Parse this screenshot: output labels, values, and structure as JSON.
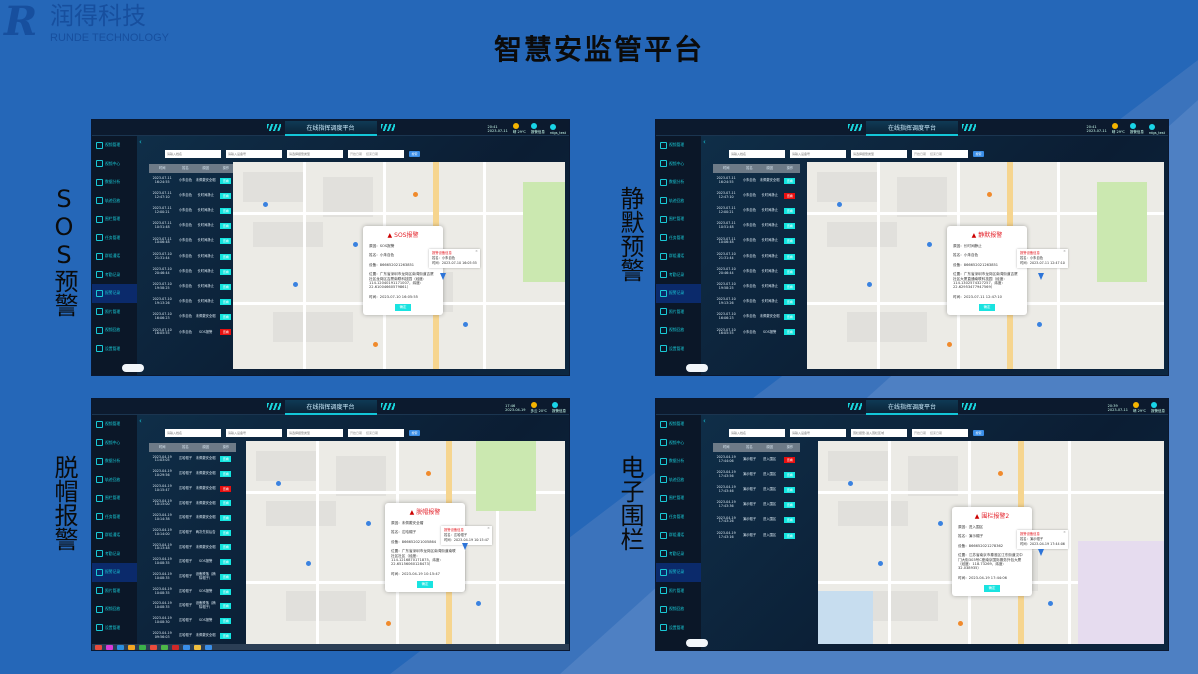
{
  "logo": {
    "mark": "R",
    "name_cn": "润得科技",
    "name_en": "RUNDE TECHNOLOGY"
  },
  "page_title": "智慧安监管平台",
  "colors": {
    "background": "#2567b8",
    "accent": "#13e5e0",
    "alert": "#e81010",
    "nav_text": "#19c9d6"
  },
  "panels": [
    {
      "label": "SOS预警",
      "app_title": "在线指挥调度平台",
      "status": {
        "clock": "20:41",
        "date": "2023-07-11",
        "weather": "晴 29℃",
        "items": [
          "报警信息",
          "rdgs_test"
        ]
      },
      "filters": {
        "name_placeholder": "请输入姓名",
        "device_placeholder": "请输入设备号",
        "type_placeholder": "请选择报警类型",
        "start_placeholder": "开始日期",
        "end_placeholder": "结束日期",
        "search_label": "搜索"
      },
      "nav": [
        "视频管理",
        "视频中心",
        "数据分析",
        "轨迹回放",
        "围栏管理",
        "任务管理",
        "群组通话",
        "考勤记录",
        "报警记录",
        "照片管理",
        "视频回放",
        "设置管理"
      ],
      "active_nav": 8,
      "table": {
        "headers": [
          "时间",
          "姓名",
          "原因",
          "操作"
        ],
        "rows": [
          {
            "time": "2023-07-11 16:24:55",
            "name": "小朱自色",
            "reason": "未佩戴安全帽",
            "op": "查看",
            "alert": false
          },
          {
            "time": "2023-07-11 12:47:10",
            "name": "小朱自色",
            "reason": "长时间静止",
            "op": "查看",
            "alert": false
          },
          {
            "time": "2023-07-11 12:00:21",
            "name": "小朱自色",
            "reason": "长时间静止",
            "op": "查看",
            "alert": false
          },
          {
            "time": "2023-07-11 10:51:48",
            "name": "小朱自色",
            "reason": "长时间静止",
            "op": "查看",
            "alert": false
          },
          {
            "time": "2023-07-11 10:06:48",
            "name": "小朱自色",
            "reason": "长时间静止",
            "op": "查看",
            "alert": false
          },
          {
            "time": "2023-07-10 21:31:44",
            "name": "小朱自色",
            "reason": "长时间静止",
            "op": "查看",
            "alert": false
          },
          {
            "time": "2023-07-10 20:46:44",
            "name": "小朱自色",
            "reason": "长时间静止",
            "op": "查看",
            "alert": false
          },
          {
            "time": "2023-07-10 19:58:25",
            "name": "小朱自色",
            "reason": "长时间静止",
            "op": "查看",
            "alert": false
          },
          {
            "time": "2023-07-10 19:13:26",
            "name": "小朱自色",
            "reason": "长时间静止",
            "op": "查看",
            "alert": false
          },
          {
            "time": "2023-07-10 16:06:23",
            "name": "小朱自色",
            "reason": "未佩戴安全帽",
            "op": "查看",
            "alert": false
          },
          {
            "time": "2023-07-10 16:05:55",
            "name": "小朱自色",
            "reason": "SOS报警",
            "op": "查看",
            "alert": true
          }
        ]
      },
      "dialog": {
        "title": "SOS报警",
        "reason": "原因：SOS报警",
        "name": "姓名：小朱自色",
        "device": "设备：866652021263851",
        "location": "位置：广东省深圳市龙岗区南湾街道吉厦社区龙岗区吉厦南联科技园（经度：114.12040191171007，纬度：22.61004660579861）",
        "time": "时间：2023-07-10 16:05:55",
        "confirm": "确定"
      },
      "popup": {
        "heading": "报警设备信息",
        "name": "姓名：小朱自色",
        "time": "时间：2023-07-10 16:05:55"
      }
    },
    {
      "label": "静默预警",
      "app_title": "在线指挥调度平台",
      "status": {
        "clock": "20:41",
        "date": "2023-07-11",
        "weather": "晴 29℃",
        "items": [
          "报警信息",
          "rdgs_test"
        ]
      },
      "filters": {
        "name_placeholder": "请输入姓名",
        "device_placeholder": "请输入设备号",
        "type_placeholder": "请选择报警类型",
        "start_placeholder": "开始日期",
        "end_placeholder": "结束日期",
        "search_label": "搜索"
      },
      "nav": [
        "视频管理",
        "视频中心",
        "数据分析",
        "轨迹回放",
        "围栏管理",
        "任务管理",
        "群组通话",
        "考勤记录",
        "报警记录",
        "照片管理",
        "视频回放",
        "设置管理"
      ],
      "active_nav": 8,
      "table": {
        "headers": [
          "时间",
          "姓名",
          "原因",
          "操作"
        ],
        "rows": [
          {
            "time": "2023-07-11 16:24:55",
            "name": "小朱自色",
            "reason": "未佩戴安全帽",
            "op": "查看",
            "alert": false
          },
          {
            "time": "2023-07-11 12:47:10",
            "name": "小朱自色",
            "reason": "长时间静止",
            "op": "查看",
            "alert": true
          },
          {
            "time": "2023-07-11 12:00:21",
            "name": "小朱自色",
            "reason": "长时间静止",
            "op": "查看",
            "alert": false
          },
          {
            "time": "2023-07-11 10:51:48",
            "name": "小朱自色",
            "reason": "长时间静止",
            "op": "查看",
            "alert": false
          },
          {
            "time": "2023-07-11 10:06:48",
            "name": "小朱自色",
            "reason": "长时间静止",
            "op": "查看",
            "alert": false
          },
          {
            "time": "2023-07-10 21:31:44",
            "name": "小朱自色",
            "reason": "长时间静止",
            "op": "查看",
            "alert": false
          },
          {
            "time": "2023-07-10 20:46:44",
            "name": "小朱自色",
            "reason": "长时间静止",
            "op": "查看",
            "alert": false
          },
          {
            "time": "2023-07-10 19:58:25",
            "name": "小朱自色",
            "reason": "长时间静止",
            "op": "查看",
            "alert": false
          },
          {
            "time": "2023-07-10 19:13:26",
            "name": "小朱自色",
            "reason": "长时间静止",
            "op": "查看",
            "alert": false
          },
          {
            "time": "2023-07-10 16:06:23",
            "name": "小朱自色",
            "reason": "未佩戴安全帽",
            "op": "查看",
            "alert": false
          },
          {
            "time": "2023-07-10 16:05:55",
            "name": "小朱自色",
            "reason": "SOS报警",
            "op": "查看",
            "alert": false
          }
        ]
      },
      "dialog": {
        "title": "静默报警",
        "reason": "原因：长时间静止",
        "name": "姓名：小朱自色",
        "device": "设备：866652021263851",
        "location": "位置：广东省深圳市龙岗区南湾街道吉厦社区大厦直通南联科技园（经度：114.1302574327257，纬度：22.62953477947569）",
        "time": "时间：2023-07-11 12:47:10",
        "confirm": "确定"
      },
      "popup": {
        "heading": "报警设备信息",
        "name": "姓名：小朱自色",
        "time": "时间：2023-07-11 12:47:10"
      }
    },
    {
      "label": "脱帽报警",
      "app_title": "在线指挥调度平台",
      "status": {
        "clock": "17:46",
        "date": "2023-04-19",
        "weather": "多云 20℃",
        "items": [
          "报警信息"
        ]
      },
      "filters": {
        "name_placeholder": "请输入姓名",
        "device_placeholder": "请输入设备号",
        "type_placeholder": "请选择报警类型",
        "start_placeholder": "开始日期",
        "end_placeholder": "结束日期",
        "search_label": "搜索"
      },
      "nav": [
        "视频管理",
        "视频中心",
        "数据分析",
        "轨迹回放",
        "围栏管理",
        "任务管理",
        "群组通话",
        "考勤记录",
        "报警记录",
        "照片管理",
        "视频回放",
        "设置管理"
      ],
      "active_nav": 8,
      "table": {
        "headers": [
          "时间",
          "姓名",
          "原因",
          "操作"
        ],
        "rows": [
          {
            "time": "2023-04-19 11:03:05",
            "name": "达哈帽子",
            "reason": "未佩戴安全帽",
            "op": "查看",
            "alert": false
          },
          {
            "time": "2023-04-19 10:29:56",
            "name": "达哈帽子",
            "reason": "未佩戴安全帽",
            "op": "查看",
            "alert": false
          },
          {
            "time": "2023-04-19 10:15:47",
            "name": "达哈帽子",
            "reason": "未佩戴安全帽",
            "op": "查看",
            "alert": true
          },
          {
            "time": "2023-04-19 10:15:00",
            "name": "达哈帽子",
            "reason": "未佩戴安全帽",
            "op": "查看",
            "alert": false
          },
          {
            "time": "2023-04-19 10:14:38",
            "name": "达哈帽子",
            "reason": "未佩戴安全帽",
            "op": "查看",
            "alert": false
          },
          {
            "time": "2023-04-19 10:14:00",
            "name": "达哈帽子",
            "reason": "两次先前后告",
            "op": "查看",
            "alert": false
          },
          {
            "time": "2023-04-19 10:13:48",
            "name": "达哈帽子",
            "reason": "未佩戴安全帽",
            "op": "查看",
            "alert": false
          },
          {
            "time": "2023-04-19 10:08:35",
            "name": "达哈帽子",
            "reason": "SOS报警",
            "op": "查看",
            "alert": false
          },
          {
            "time": "2023-04-19 10:08:35",
            "name": "达哈帽子",
            "reason": "设备跌落（摘除帽子）",
            "op": "查看",
            "alert": false
          },
          {
            "time": "2023-04-19 10:08:35",
            "name": "达哈帽子",
            "reason": "SOS报警",
            "op": "查看",
            "alert": false
          },
          {
            "time": "2023-04-19 10:08:35",
            "name": "达哈帽子",
            "reason": "设备跌落（摘除帽子）",
            "op": "查看",
            "alert": false
          },
          {
            "time": "2023-04-19 10:08:30",
            "name": "达哈帽子",
            "reason": "SOS报警",
            "op": "查看",
            "alert": false
          },
          {
            "time": "2023-04-19 09:56:03",
            "name": "达哈帽子",
            "reason": "未佩戴安全帽",
            "op": "查看",
            "alert": false
          }
        ]
      },
      "dialog": {
        "title": "脱帽报警",
        "reason": "原因：未佩戴安全帽",
        "name": "姓名：达哈帽子",
        "device": "设备：866652021005864",
        "location": "位置：广东省深圳市龙岗区南湾街道南联社区社区（经度：114.1216870171875，纬度：22.65156060128473）",
        "time": "时间：2023-04-19 10:15:47",
        "confirm": "确定"
      },
      "popup": {
        "heading": "报警设备信息",
        "name": "姓名：达哈帽子",
        "time": "时间：2023-04-19 10:15:47"
      }
    },
    {
      "label": "电子围栏",
      "app_title": "在线指挥调度平台",
      "status": {
        "clock": "20:39",
        "date": "2023-07-11",
        "weather": "晴 29℃",
        "items": [
          "报警信息"
        ]
      },
      "filters": {
        "name_placeholder": "请输入姓名",
        "device_placeholder": "请输入设备号",
        "type_placeholder": "围栏报警-进入围栏区域",
        "start_placeholder": "开始日期",
        "end_placeholder": "结束日期",
        "search_label": "搜索"
      },
      "nav": [
        "视频管理",
        "视频中心",
        "数据分析",
        "轨迹回放",
        "围栏管理",
        "任务管理",
        "群组通话",
        "考勤记录",
        "报警记录",
        "照片管理",
        "视频回放",
        "设置管理"
      ],
      "active_nav": 8,
      "table": {
        "headers": [
          "时间",
          "姓名",
          "原因",
          "操作"
        ],
        "rows": [
          {
            "time": "2023-04-19 17:44:06",
            "name": "演示帽子",
            "reason": "进入围区",
            "op": "查看",
            "alert": true
          },
          {
            "time": "2023-04-19 17:43:56",
            "name": "演示帽子",
            "reason": "进入围区",
            "op": "查看",
            "alert": false
          },
          {
            "time": "2023-04-19 17:43:46",
            "name": "演示帽子",
            "reason": "进入围区",
            "op": "查看",
            "alert": false
          },
          {
            "time": "2023-04-19 17:43:36",
            "name": "演示帽子",
            "reason": "进入围区",
            "op": "查看",
            "alert": false
          },
          {
            "time": "2023-04-19 17:43:26",
            "name": "演示帽子",
            "reason": "进入围区",
            "op": "查看",
            "alert": false
          },
          {
            "time": "2023-04-19 17:43:16",
            "name": "演示帽子",
            "reason": "进入围区",
            "op": "查看",
            "alert": false
          }
        ]
      },
      "dialog": {
        "title": "围栏报警2",
        "reason": "原因：进入围区",
        "name": "姓名：演示帽子",
        "device": "设备：866652021278362",
        "location": "位置：江苏省南京市秦淮区江东街道汉中门大街303号C座南京国际服务外包大厦（经度：118.73269，纬度：32.038935）",
        "time": "时间：2023-04-19 17:44:06",
        "confirm": "确定"
      },
      "popup": {
        "heading": "报警设备信息",
        "name": "姓名：演示帽子",
        "time": "时间：2023-04-19 17:44:06"
      }
    }
  ]
}
